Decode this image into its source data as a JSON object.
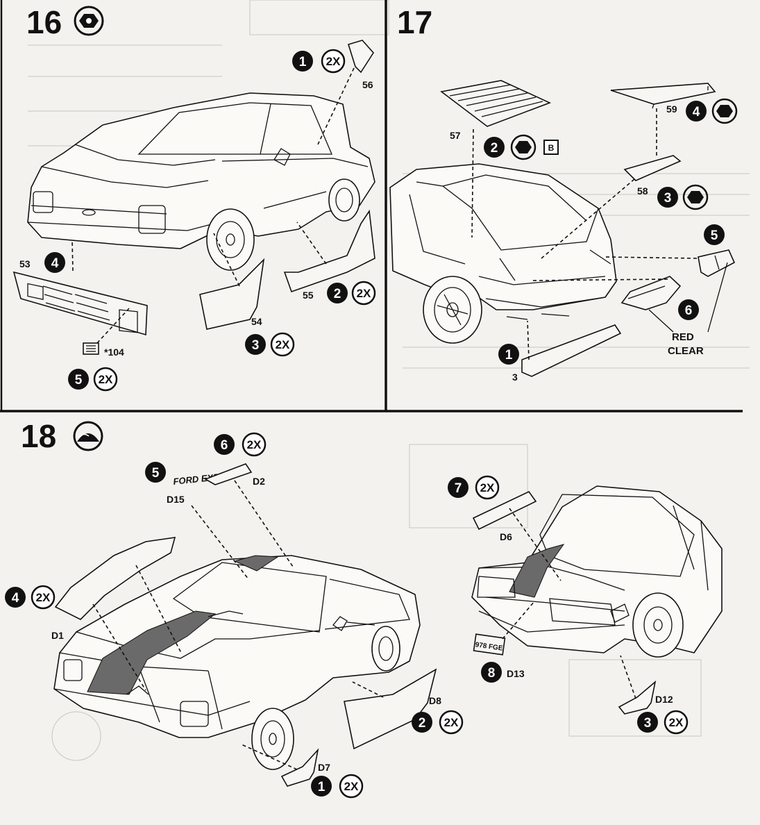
{
  "steps": [
    {
      "number": "16",
      "icon": "cement-icon"
    },
    {
      "number": "17"
    },
    {
      "number": "18",
      "icon": "decal-water-icon"
    }
  ],
  "step16": {
    "callouts": [
      {
        "seq": "1",
        "qty": "2X",
        "part": "56"
      },
      {
        "seq": "2",
        "qty": "2X",
        "part": "55"
      },
      {
        "seq": "3",
        "qty": "2X",
        "part": "54"
      },
      {
        "seq": "4",
        "part": "53"
      },
      {
        "seq": "5",
        "qty": "2X",
        "part": "*104"
      }
    ]
  },
  "step17": {
    "callouts": [
      {
        "seq": "1",
        "part": "3"
      },
      {
        "seq": "2",
        "part": "57",
        "badge": "B"
      },
      {
        "seq": "3",
        "part": "58"
      },
      {
        "seq": "4",
        "part": "59"
      },
      {
        "seq": "5"
      },
      {
        "seq": "6"
      }
    ],
    "lens_labels": {
      "red": "RED",
      "clear": "CLEAR"
    }
  },
  "step18": {
    "callouts": [
      {
        "seq": "1",
        "qty": "2X",
        "decal": "D7"
      },
      {
        "seq": "2",
        "qty": "2X",
        "decal": "D8"
      },
      {
        "seq": "3",
        "qty": "2X",
        "decal": "D12"
      },
      {
        "seq": "4",
        "qty": "2X",
        "decal": "D1"
      },
      {
        "seq": "5",
        "decal": "D15",
        "decal_text": "FORD EXP"
      },
      {
        "seq": "6",
        "qty": "2X",
        "decal": "D2"
      },
      {
        "seq": "7",
        "qty": "2X",
        "decal": "D6"
      },
      {
        "seq": "8",
        "decal": "D13",
        "plate_text": "978 FGE"
      }
    ]
  },
  "colors": {
    "ink": "#111111",
    "paper": "#f4f2ee"
  }
}
